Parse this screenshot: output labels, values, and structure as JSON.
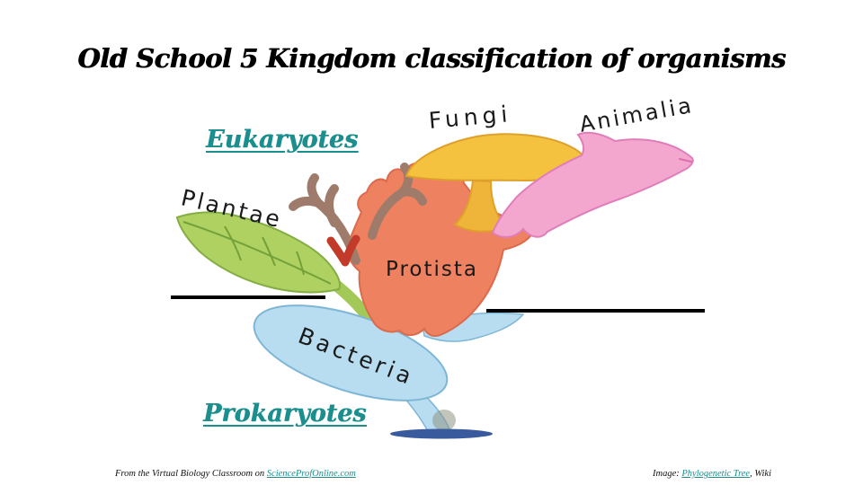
{
  "slide": {
    "title": "Old School 5 Kingdom classification of organisms",
    "eukaryotes_label": "Eukaryotes",
    "prokaryotes_label": "Prokaryotes",
    "background": "#FFFFFF",
    "title_color": "#000000",
    "heading_color": "#1B8E8E"
  },
  "diagram": {
    "type": "phylogenetic-tree",
    "labels": {
      "fungi": "Fungi",
      "animalia": "Animalia",
      "plantae": "Plantae",
      "protista": "Protista",
      "bacteria": "Bacteria"
    },
    "label_color": "#1A1A1A",
    "colors": {
      "plantae_leaf": "#AFD162",
      "plantae_stem": "#A2C857",
      "bacteria_body": "#B8DCF0",
      "bacteria_outline": "#7EB6D6",
      "trunk_base": "#3A5A9E",
      "protista_body": "#EE8160",
      "protista_outline": "#DB6B4C",
      "branch_brown": "#9E7B6B",
      "sprout_red": "#C23B2A",
      "fungi_cap": "#F4C23F",
      "fungi_stem": "#EFB43A",
      "animalia_body": "#F3A6CE"
    }
  },
  "footer": {
    "left_prefix": "From the Virtual Biology Classroom on ",
    "left_link": "ScienceProfOnline.com",
    "right_prefix": "Image: ",
    "right_link": "Phylogenetic Tree",
    "right_suffix": ", Wiki",
    "link_color": "#1B8E8E"
  }
}
